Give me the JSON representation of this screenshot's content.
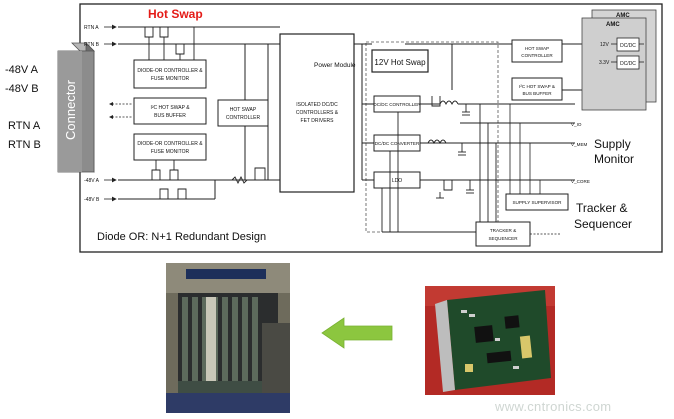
{
  "diagram": {
    "connector": {
      "title": "Connector",
      "pins": [
        "-48V A",
        "-48V B",
        "RTN A",
        "RTN B"
      ]
    },
    "rail_labels": {
      "rtn_a": "RTN A",
      "rtn_b": "RTN B",
      "neg48_a": "-48V A",
      "neg48_b": "-48V B"
    },
    "hot_swap_heading": "Hot Swap",
    "blocks": {
      "diode_or_top": [
        "DIODE-OR CONTROLLER &",
        "FUSE MONITOR"
      ],
      "i2c_buffer_left": [
        "I²C HOT SWAP &",
        "BUS BUFFER"
      ],
      "diode_or_bottom": [
        "DIODE-OR CONTROLLER &",
        "FUSE MONITOR"
      ],
      "hot_swap_ctrl_left": [
        "HOT SWAP",
        "CONTROLLER"
      ],
      "isolated_dcdc": [
        "ISOLATED DC/DC",
        "CONTROLLERS &",
        "FET DRIVERS"
      ],
      "power_module": "Power Module",
      "hot_swap_12v": "12V Hot Swap",
      "dcdc_controller": "DC/DC CONTROLLER",
      "dcdc_converter": "DC/DC CONVERTER",
      "ldo": "LDO",
      "supply_supervisor": "SUPPLY SUPERVISOR",
      "tracker_sequencer": [
        "TRACKER &",
        "SEQUENCER"
      ],
      "hot_swap_ctrl_right": [
        "HOT SWAP",
        "CONTROLLER"
      ],
      "i2c_buffer_right": [
        "I²C HOT SWAP &",
        "BUS BUFFER"
      ]
    },
    "amc": {
      "labels": [
        "AMC",
        "AMC"
      ],
      "rail_12v": "12V",
      "rail_33v": "3.3V",
      "dcdc_1": "DC/DC",
      "dcdc_2": "DC/DC"
    },
    "voltage_labels": [
      "V_IO",
      "V_MEM",
      "V_CORE"
    ],
    "annotations": {
      "supply_monitor": [
        "Supply",
        "Monitor"
      ],
      "tracker_sequencer": [
        "Tracker &",
        "Sequencer"
      ],
      "caption": "Diode OR: N+1 Redundant Design"
    }
  },
  "arrow": {
    "color": "#8cc63f",
    "direction": "left"
  },
  "watermark": "www.cntronics.com",
  "colors": {
    "hot_swap_red": "#e41b17",
    "frame": "#1a1a1a",
    "amc_card": "#d4d4d4",
    "connector": "#8c8c8c"
  }
}
